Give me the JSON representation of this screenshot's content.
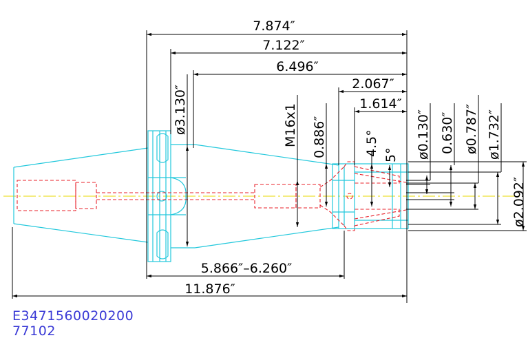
{
  "drawing": {
    "colors": {
      "outline": "#22c8dc",
      "hidden_line": "#e8202a",
      "center_line": "#e8d800",
      "dimension": "#000000",
      "part_code": "#3b3bd6"
    },
    "dimensions": {
      "overall_flange_length": "7.874″",
      "length_7122": "7.122″",
      "length_6496": "6.496″",
      "nut_length": "2.067″",
      "collet_length": "1.614″",
      "taper_flange_range": "5.866″–6.260″",
      "overall_length": "11.876″",
      "body_diameter": "ø3.130″",
      "thread_size": "M16x1",
      "thread_depth": "0.886″",
      "angle_45": "4.5°",
      "angle_5": "5°",
      "min_bore": "ø0.130″",
      "bore_0630": "0.630″",
      "bore_0787": "ø0.787″",
      "bore_1732": "ø1.732″",
      "nut_diameter": "ø2.092″"
    },
    "part_codes": {
      "line1": "E3471560020200",
      "line2": "77102"
    }
  }
}
